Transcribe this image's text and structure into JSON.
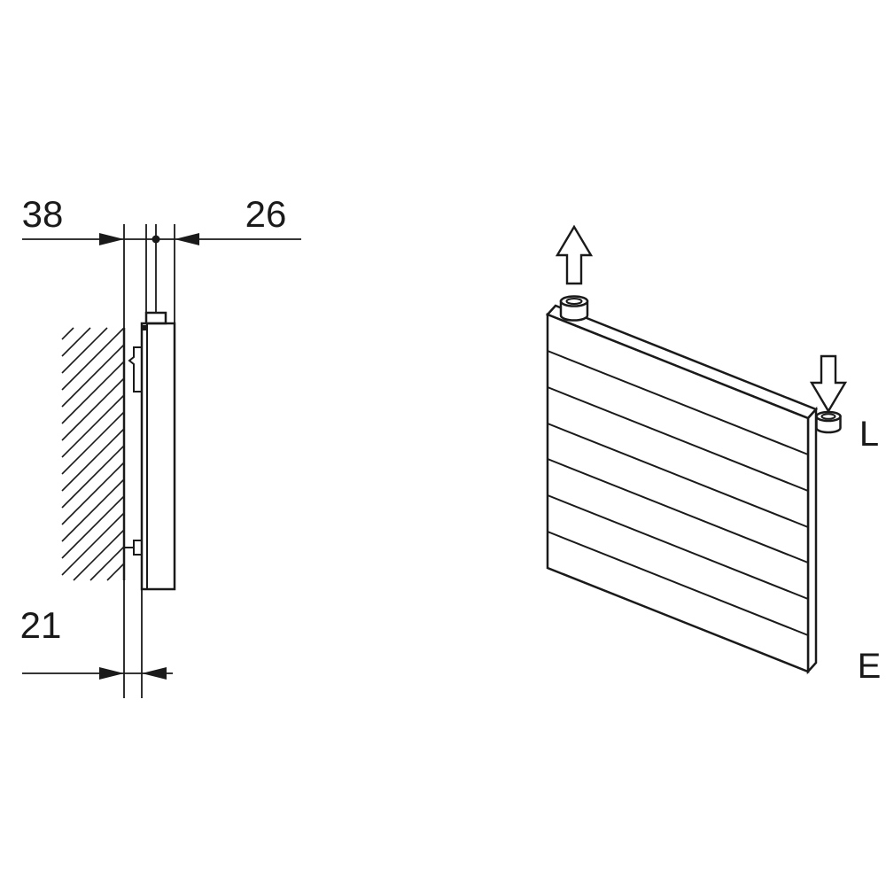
{
  "dimensions": {
    "wall_to_center": "38",
    "center_to_front": "26",
    "wall_gap": "21"
  },
  "labels": {
    "air_vent": "L",
    "connection": "E"
  },
  "icons": {
    "flow_up": "flow-up-arrow",
    "flow_down": "flow-down-arrow",
    "dimension_arrow": "dimension-arrow-icon",
    "chain_dimension_point": "dimension-dot-icon"
  },
  "colors": {
    "line": "#1a1a1a",
    "background": "#ffffff"
  }
}
